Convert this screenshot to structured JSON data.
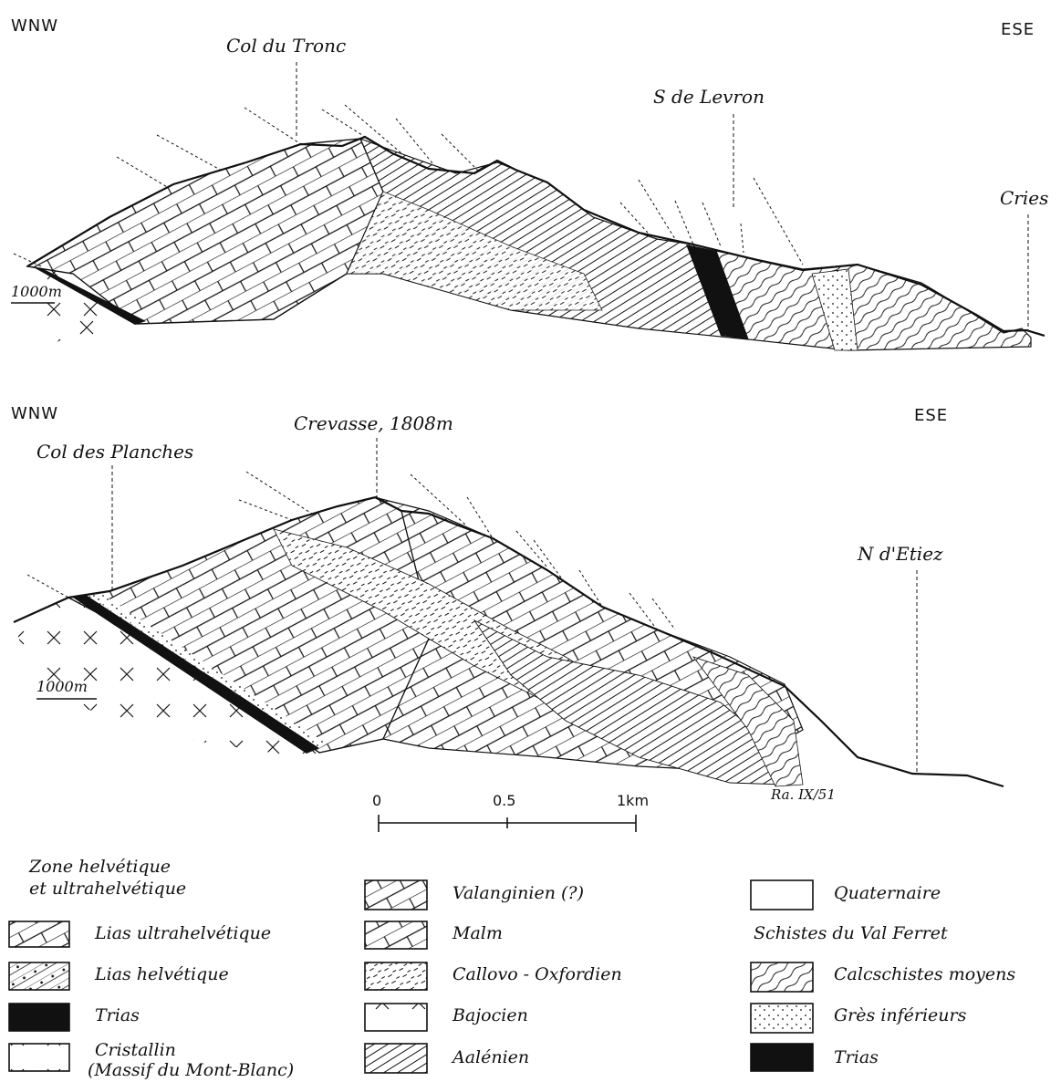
{
  "top_section": {
    "dir_left": "WNW",
    "dir_right": "ESE",
    "scale_bar_label": "1000m",
    "peaks": [
      "Col du Tronc",
      "S de Levron",
      "Cries"
    ]
  },
  "bottom_section": {
    "dir_left": "WNW",
    "dir_right": "ESE",
    "scale_bar_label": "1000m",
    "peaks": [
      "Col des Planches",
      "Crevasse, 1808m",
      "N d'Etiez"
    ]
  },
  "km_scale": {
    "ticks": [
      "0",
      "0.5",
      "1km"
    ],
    "signature": "Ra. IX/51"
  },
  "legend": {
    "col1_heading_line1": "Zone helvétique",
    "col1_heading_line2": "et ultrahelvétique",
    "col1": [
      "Lias ultrahelvétique",
      "Lias helvétique",
      "Trias",
      "Cristallin",
      "(Massif du Mont-Blanc)"
    ],
    "col2": [
      "Valanginien (?)",
      "Malm",
      "Callovo - Oxfordien",
      "Bajocien",
      "Aalénien"
    ],
    "col3_top": "Quaternaire",
    "col3_heading": "Schistes du Val Ferret",
    "col3": [
      "Calcschistes moyens",
      "Grès inférieurs",
      "Trias"
    ]
  }
}
